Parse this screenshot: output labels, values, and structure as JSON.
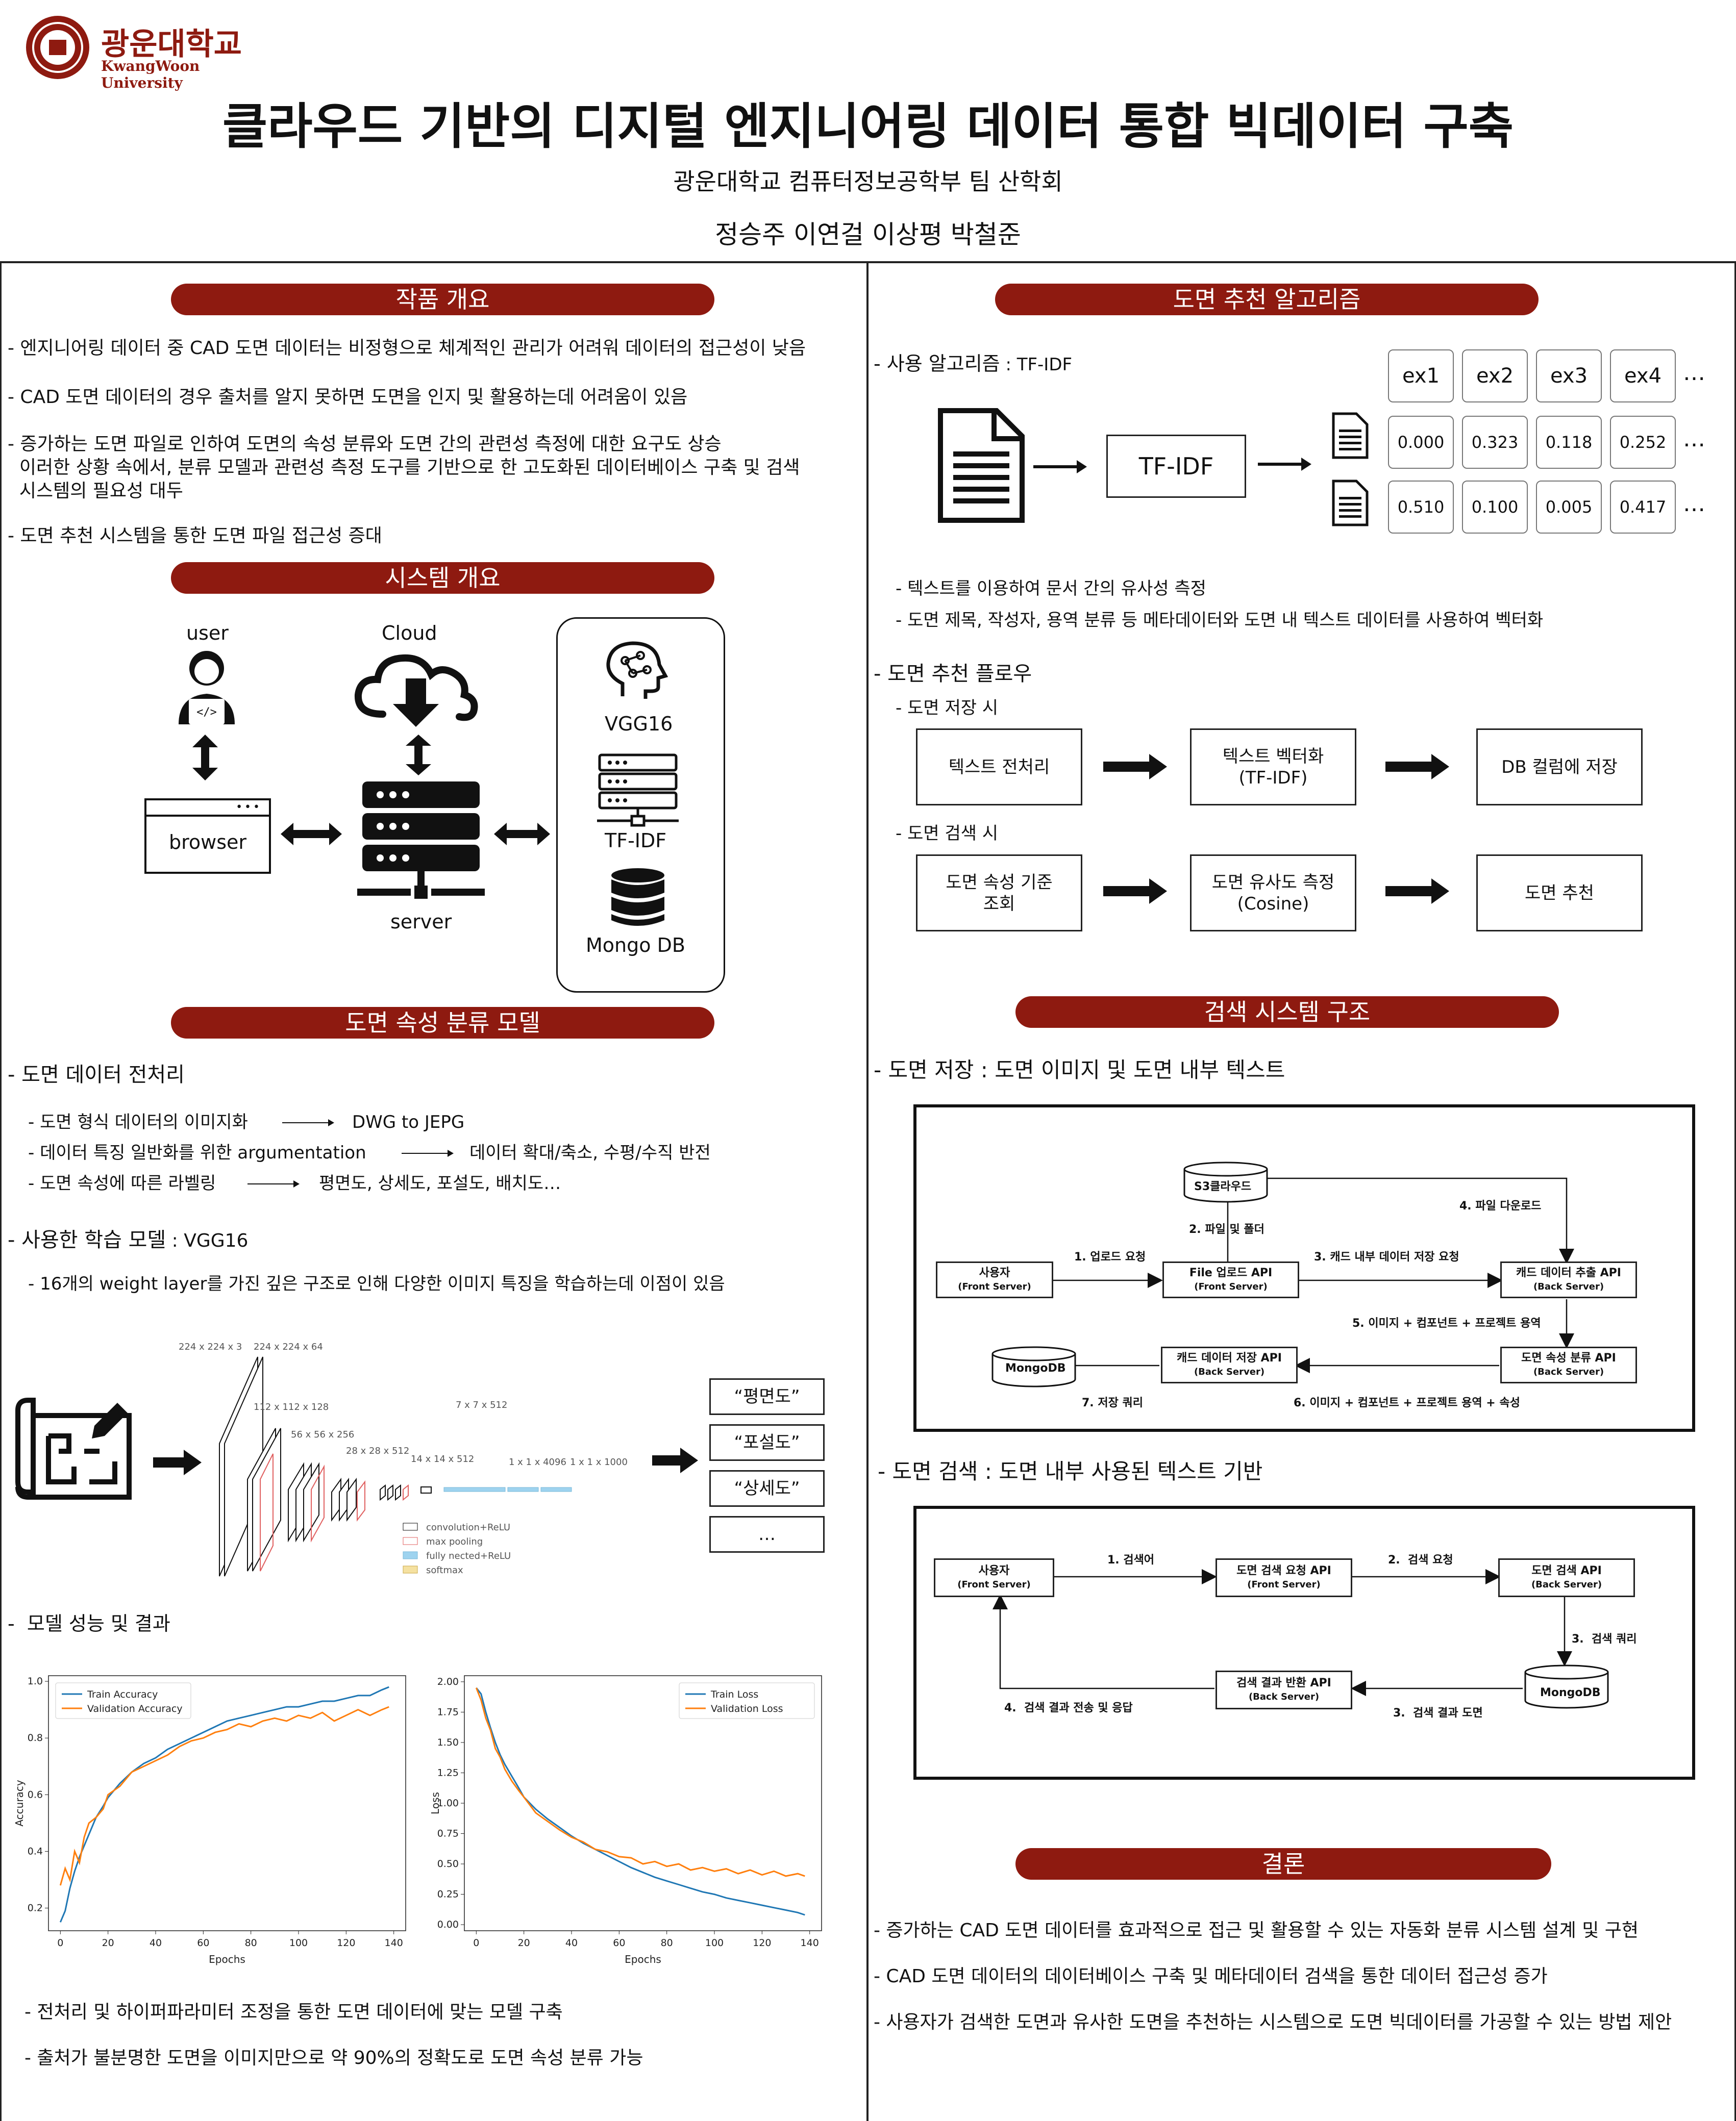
{
  "header": {
    "logo_kr": "광운대학교",
    "logo_en": "KwangWoon University",
    "title": "클라우드 기반의 디지털 엔지니어링 데이터 통합 빅데이터 구축",
    "affiliation": "광운대학교 컴퓨터정보공학부 팀 산학회",
    "authors": "정승주 이연걸 이상평 박철준"
  },
  "overview": {
    "heading": "작품 개요",
    "bullets": [
      "- 엔지니어링 데이터 중 CAD 도면 데이터는 비정형으로 체계적인 관리가 어려워 데이터의 접근성이 낮음",
      "- CAD 도면 데이터의 경우 출처를 알지 못하면 도면을 인지 및 활용하는데 어려움이 있음",
      "- 증가하는 도면 파일로 인하여 도면의 속성 분류와 도면 간의 관련성 측정에 대한 요구도 상승",
      "  이러한 상황 속에서, 분류 모델과 관련성 측정 도구를 기반으로 한 고도화된 데이터베이스 구축 및 검색",
      "  시스템의 필요성 대두",
      "- 도면 추천 시스템을 통한 도면 파일 접근성 증대"
    ]
  },
  "system": {
    "heading": "시스템 개요",
    "user": "user",
    "cloud": "Cloud",
    "browser": "browser",
    "server": "server",
    "vgg": "VGG16",
    "tfidf": "TF-IDF",
    "mongo": "Mongo DB"
  },
  "model": {
    "heading": "도면 속성 분류 모델",
    "pre_title": "- 도면 데이터 전처리",
    "pre_items": [
      {
        "a": "- 도면 형식 데이터의 이미지화",
        "b": "DWG to JEPG"
      },
      {
        "a": "- 데이터 특징 일반화를 위한 argumentation",
        "b": "데이터 확대/축소, 수평/수직 반전"
      },
      {
        "a": "- 도면 속성에 따른 라벨링",
        "b": "평면도, 상세도, 포설도, 배치도…"
      }
    ],
    "learn_title": "- 사용한 학습 모델",
    "learn_value": " : VGG16",
    "learn_desc": "-  16개의 weight layer를 가진 깊은 구조로 인해 다양한 이미지 특징을 학습하는데 이점이 있음",
    "vgg_dims": [
      "224 x 224 x 3",
      "224 x 224 x 64",
      "112 x 112 x 128",
      "56 x 56 x 256",
      "28 x 28 x 512",
      "14 x 14 x 512",
      "7 x 7 x 512",
      "1 x 1 x 4096",
      "1 x 1 x 1000"
    ],
    "vgg_legend": [
      "convolution+ReLU",
      "max pooling",
      "fully nected+ReLU",
      "softmax"
    ],
    "outputs": [
      "“평면도”",
      "“포설도”",
      "“상세도”",
      "…"
    ],
    "perf_title": "-  모델 성능 및 결과",
    "results": [
      "- 전처리 및 하이퍼파라미터 조정을 통한 도면 데이터에 맞는 모델 구축",
      "- 출처가 불분명한 도면을 이미지만으로 약 90%의 정확도로 도면 속성 분류 가능"
    ]
  },
  "algo": {
    "heading": "도면 추천 알고리즘",
    "use_title": "- 사용 알고리즘",
    "use_value": " : TF-IDF",
    "tfidf": "TF-IDF",
    "ex_headers": [
      "ex1",
      "ex2",
      "ex3",
      "ex4"
    ],
    "row1": [
      "0.000",
      "0.323",
      "0.118",
      "0.252"
    ],
    "row2": [
      "0.510",
      "0.100",
      "0.005",
      "0.417"
    ],
    "ellipsis": "…",
    "desc": [
      "- 텍스트를 이용하여 문서 간의 유사성 측정",
      "- 도면 제목, 작성자, 용역 분류 등 메타데이터와 도면 내 텍스트 데이터를 사용하여 벡터화"
    ],
    "flow_title": "- 도면 추천 플로우",
    "save_title": "- 도면 저장 시",
    "save_steps": [
      "텍스트 전처리",
      "텍스트 벡터화|(TF-IDF)",
      "DB 컬럼에 저장"
    ],
    "search_title": "- 도면 검색 시",
    "search_steps": [
      "도면 속성 기준|조회",
      "도면 유사도 측정|(Cosine)",
      "도면 추천"
    ]
  },
  "search": {
    "heading": "검색 시스템 구조",
    "store_title": "- 도면 저장",
    "store_value": " : 도면 이미지 및 도면 내부 텍스트",
    "d1": {
      "user": [
        "사용자",
        "(Front Server)"
      ],
      "upload": [
        "File 업로드 API",
        "(Front Server)"
      ],
      "extract": [
        "캐드 데이터 추출 API",
        "(Back Server)"
      ],
      "classify": [
        "도면 속성 분류 API",
        "(Back Server)"
      ],
      "save": [
        "캐드 데이터 저장 API",
        "(Back Server)"
      ],
      "s3": "S3클라우드",
      "mongo": "MongoDB",
      "e1": "1. 업로드 요청",
      "e2": "2. 파일 및 폴더",
      "e3": "3. 캐드 내부 데이터 저장 요청",
      "e4": "4. 파일 다운로드",
      "e5": "5. 이미지 + 컴포넌트 + 프로젝트 용역",
      "e6": "6. 이미지 + 컴포넌트 + 프로젝트 용역 + 속성",
      "e7": "7. 저장 쿼리"
    },
    "find_title": "- 도면 검색",
    "find_value": " : 도면 내부 사용된 텍스트 기반",
    "d2": {
      "user": [
        "사용자",
        "(Front Server)"
      ],
      "req": [
        "도면 검색 요청 API",
        "(Front Server)"
      ],
      "api": [
        "도면 검색 API",
        "(Back Server)"
      ],
      "ret": [
        "검색 결과 반환 API",
        "(Back Server)"
      ],
      "mongo": "MongoDB",
      "e1": "1. 검색어",
      "e2": "2.  검색 요청",
      "e3": "3.  검색 쿼리",
      "e4": "3.  검색 결과 도면",
      "e5": "4.  검색 결과 전송 및 응답"
    }
  },
  "conclusion": {
    "heading": "결론",
    "bullets": [
      "- 증가하는 CAD 도면 데이터를 효과적으로 접근 및 활용할 수 있는 자동화 분류 시스템 설계 및 구현",
      "- CAD 도면 데이터의 데이터베이스 구축 및 메타데이터 검색을 통한 데이터 접근성 증가",
      "- 사용자가 검색한 도면과 유사한 도면을 추천하는 시스템으로 도면 빅데이터를 가공할 수 있는 방법 제안"
    ]
  },
  "chart_data": [
    {
      "type": "line",
      "xlabel": "Epochs",
      "ylabel": "Accuracy",
      "xlim": [
        -5,
        145
      ],
      "ylim": [
        0.12,
        1.02
      ],
      "xticks": [
        0,
        20,
        40,
        60,
        80,
        100,
        120,
        140
      ],
      "yticks": [
        0.2,
        0.4,
        0.6,
        0.8,
        1.0
      ],
      "legend": "top-left",
      "series": [
        {
          "name": "Train Accuracy",
          "color": "#1f77b4",
          "x": [
            0,
            2,
            4,
            6,
            8,
            10,
            12,
            15,
            18,
            20,
            25,
            30,
            35,
            40,
            45,
            50,
            55,
            60,
            65,
            70,
            75,
            80,
            85,
            90,
            95,
            100,
            105,
            110,
            115,
            120,
            125,
            130,
            135,
            138
          ],
          "y": [
            0.15,
            0.19,
            0.27,
            0.33,
            0.38,
            0.42,
            0.46,
            0.52,
            0.56,
            0.59,
            0.64,
            0.68,
            0.71,
            0.73,
            0.76,
            0.78,
            0.8,
            0.82,
            0.84,
            0.86,
            0.87,
            0.88,
            0.89,
            0.9,
            0.91,
            0.91,
            0.92,
            0.93,
            0.93,
            0.94,
            0.95,
            0.95,
            0.97,
            0.98
          ]
        },
        {
          "name": "Validation Accuracy",
          "color": "#ff7f0e",
          "x": [
            0,
            2,
            4,
            6,
            8,
            10,
            12,
            15,
            18,
            20,
            25,
            30,
            35,
            40,
            45,
            50,
            55,
            60,
            65,
            70,
            75,
            80,
            85,
            90,
            95,
            100,
            105,
            110,
            115,
            120,
            125,
            130,
            135,
            138
          ],
          "y": [
            0.28,
            0.34,
            0.3,
            0.4,
            0.36,
            0.45,
            0.5,
            0.52,
            0.55,
            0.6,
            0.63,
            0.68,
            0.7,
            0.72,
            0.74,
            0.77,
            0.79,
            0.8,
            0.82,
            0.83,
            0.85,
            0.84,
            0.86,
            0.87,
            0.86,
            0.88,
            0.87,
            0.89,
            0.86,
            0.88,
            0.9,
            0.88,
            0.9,
            0.91
          ]
        }
      ]
    },
    {
      "type": "line",
      "xlabel": "Epochs",
      "ylabel": "Loss",
      "xlim": [
        -5,
        145
      ],
      "ylim": [
        -0.05,
        2.05
      ],
      "xticks": [
        0,
        20,
        40,
        60,
        80,
        100,
        120,
        140
      ],
      "yticks": [
        0.0,
        0.25,
        0.5,
        0.75,
        1.0,
        1.25,
        1.5,
        1.75,
        2.0
      ],
      "legend": "top-right",
      "series": [
        {
          "name": "Train Loss",
          "color": "#1f77b4",
          "x": [
            0,
            2,
            4,
            6,
            8,
            10,
            12,
            15,
            18,
            20,
            25,
            30,
            35,
            40,
            45,
            50,
            55,
            60,
            65,
            70,
            75,
            80,
            85,
            90,
            95,
            100,
            105,
            110,
            115,
            120,
            125,
            130,
            135,
            138
          ],
          "y": [
            1.95,
            1.9,
            1.75,
            1.62,
            1.5,
            1.4,
            1.32,
            1.22,
            1.12,
            1.05,
            0.95,
            0.87,
            0.8,
            0.73,
            0.67,
            0.62,
            0.57,
            0.52,
            0.47,
            0.43,
            0.39,
            0.36,
            0.33,
            0.3,
            0.27,
            0.25,
            0.22,
            0.2,
            0.18,
            0.16,
            0.14,
            0.12,
            0.1,
            0.08
          ]
        },
        {
          "name": "Validation Loss",
          "color": "#ff7f0e",
          "x": [
            0,
            2,
            4,
            6,
            8,
            10,
            12,
            15,
            18,
            20,
            25,
            30,
            35,
            40,
            45,
            50,
            55,
            60,
            65,
            70,
            75,
            80,
            85,
            90,
            95,
            100,
            105,
            110,
            115,
            120,
            125,
            130,
            135,
            138
          ],
          "y": [
            1.95,
            1.85,
            1.7,
            1.6,
            1.45,
            1.38,
            1.28,
            1.18,
            1.1,
            1.05,
            0.92,
            0.85,
            0.78,
            0.72,
            0.68,
            0.62,
            0.6,
            0.56,
            0.55,
            0.5,
            0.52,
            0.48,
            0.5,
            0.45,
            0.47,
            0.44,
            0.46,
            0.42,
            0.45,
            0.41,
            0.44,
            0.4,
            0.42,
            0.4
          ]
        }
      ]
    }
  ]
}
